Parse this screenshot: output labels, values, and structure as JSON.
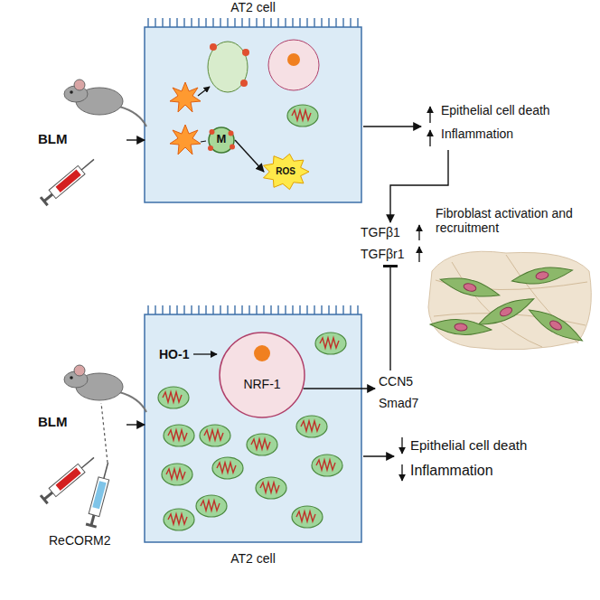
{
  "diagram": {
    "nodes": [
      {
        "text": [
          "BLM"
        ]
      },
      {
        "text": [
          "AT2 cell"
        ]
      },
      {
        "text": [
          "M"
        ],
        "in": 1
      },
      {
        "text": [
          "ROS"
        ],
        "in": 1
      },
      {
        "text": [
          "Epithelial cell death",
          "Inflammation"
        ]
      },
      {
        "text": [
          "TGFβ1",
          "TGFβr1"
        ]
      },
      {
        "text": [
          "Fibroblast activation and recruitment"
        ]
      },
      {
        "text": [
          "BLM",
          "ReCORM2"
        ]
      },
      {
        "text": [
          "AT2 cell"
        ]
      },
      {
        "text": [
          "NRF-1"
        ],
        "in": 8
      },
      {
        "text": [
          "CCN5",
          "Smad7"
        ]
      },
      {
        "text": [
          "Epithelial cell death",
          "Inflammation"
        ]
      }
    ],
    "edges": [
      {
        "from": 0,
        "to": 1,
        "arrow": "to"
      },
      {
        "from": 2,
        "to": 3,
        "arrow": "to"
      },
      {
        "from": 1,
        "to": 4,
        "arrow": "to"
      },
      {
        "from": 4,
        "to": 5,
        "arrow": "to"
      },
      {
        "from": 7,
        "to": 8,
        "arrow": "to"
      },
      {
        "from": 9,
        "to": 10,
        "arrow": "to"
      },
      {
        "from": 8,
        "to": 11,
        "arrow": "to"
      },
      {
        "from": 10,
        "to": 5,
        "arrow": "to"
      }
    ],
    "labels": [
      "HO-1"
    ]
  }
}
